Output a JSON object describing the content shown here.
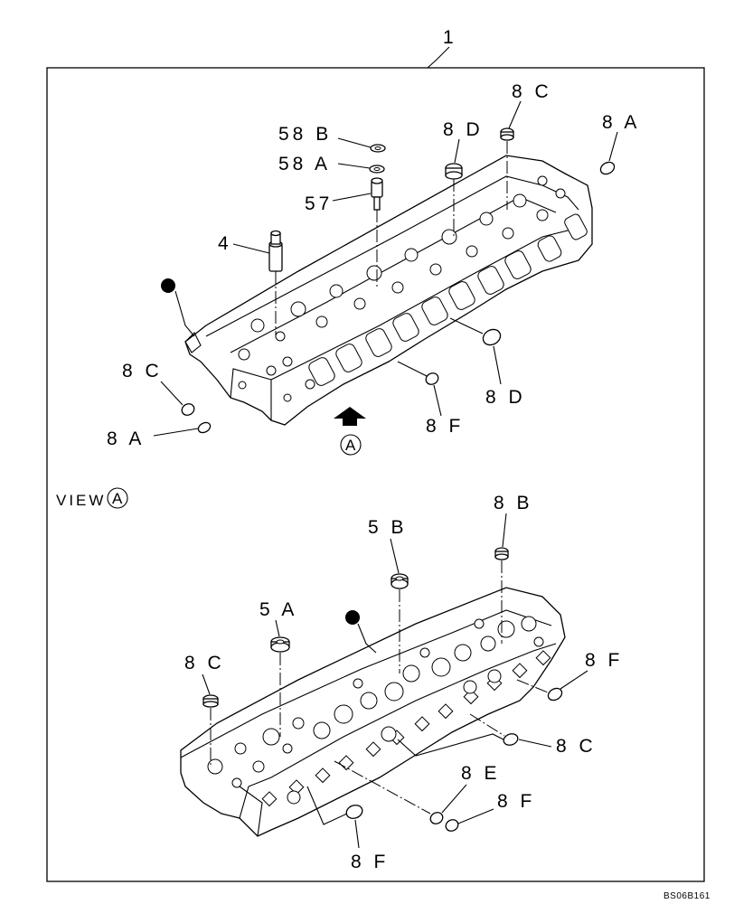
{
  "diagram": {
    "assembly_ref": "1",
    "view_title": "VIEW",
    "view_marker": "A",
    "code": "BS06B161"
  },
  "top_callouts": {
    "c58b": "58 B",
    "c58a": "58 A",
    "c57": "57",
    "c4": "4",
    "c8c_top": "8 C",
    "c8d_top": "8 D",
    "c8a_top": "8 A",
    "c8c_left": "8 C",
    "c8a_left": "8 A",
    "c8f": "8 F",
    "c8d_right": "8 D",
    "arrow_marker": "A"
  },
  "bottom_callouts": {
    "c8b": "8 B",
    "c5b": "5 B",
    "c5a": "5 A",
    "c8c_left": "8 C",
    "c8f_right": "8 F",
    "c8c_right": "8 C",
    "c8e": "8 E",
    "c8f_low": "8 F",
    "c8f_bottom": "8 F"
  }
}
